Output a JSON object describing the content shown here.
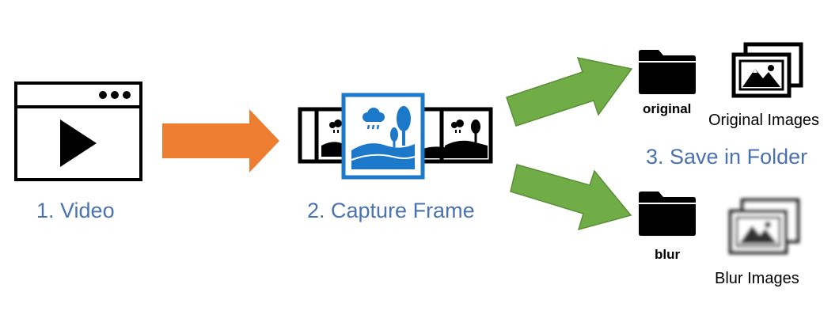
{
  "steps": {
    "video": "1. Video",
    "capture": "2. Capture Frame",
    "save": "3. Save in Folder"
  },
  "folders": {
    "original": "original",
    "blur": "blur"
  },
  "images": {
    "original": "Original Images",
    "blur": "Blur Images"
  },
  "colors": {
    "label_blue": "#4a72b0",
    "arrow_orange": "#ed7d31",
    "arrow_green": "#70ad47",
    "frame_blue": "#1c78c8"
  },
  "icons": {
    "video": "video-player-icon",
    "frames": "film-frames-icon",
    "folder": "folder-icon",
    "images": "image-stack-icon"
  }
}
